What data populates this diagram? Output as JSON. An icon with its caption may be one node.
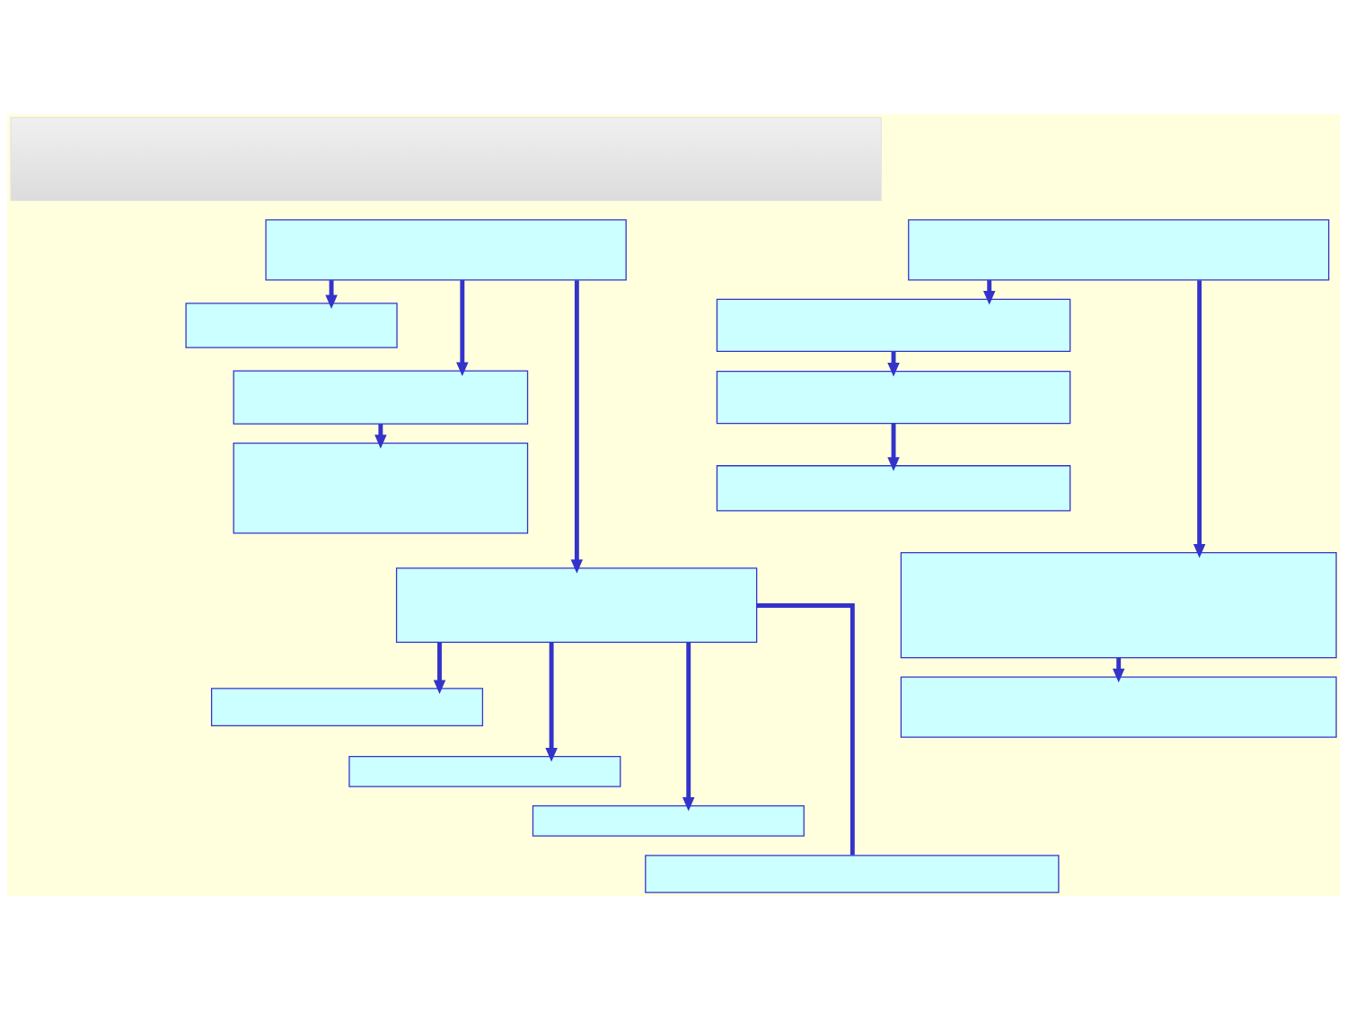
{
  "diagram": {
    "nodes": [
      {
        "text": [],
        "shape": "bar"
      },
      {
        "text": [],
        "shape": "box"
      },
      {
        "text": [],
        "shape": "box"
      },
      {
        "text": [],
        "shape": "box"
      },
      {
        "text": [],
        "shape": "box"
      },
      {
        "text": [],
        "shape": "box"
      },
      {
        "text": [],
        "shape": "box"
      },
      {
        "text": [],
        "shape": "box"
      },
      {
        "text": [],
        "shape": "box"
      },
      {
        "text": [],
        "shape": "box"
      },
      {
        "text": [],
        "shape": "box"
      },
      {
        "text": [],
        "shape": "box"
      },
      {
        "text": [],
        "shape": "box"
      },
      {
        "text": [],
        "shape": "box"
      },
      {
        "text": [],
        "shape": "box"
      },
      {
        "text": [],
        "shape": "box"
      }
    ],
    "edges": [
      {
        "from": 1,
        "to": 2,
        "arrow": "to"
      },
      {
        "from": 1,
        "to": 3,
        "arrow": "to"
      },
      {
        "from": 1,
        "to": 5,
        "arrow": "to"
      },
      {
        "from": 3,
        "to": 4,
        "arrow": "to"
      },
      {
        "from": 5,
        "to": 6,
        "arrow": "to"
      },
      {
        "from": 5,
        "to": 7,
        "arrow": "to"
      },
      {
        "from": 5,
        "to": 8,
        "arrow": "to"
      },
      {
        "from": 5,
        "to": 9,
        "arrow": "none"
      },
      {
        "from": 10,
        "to": 11,
        "arrow": "to"
      },
      {
        "from": 11,
        "to": 12,
        "arrow": "to"
      },
      {
        "from": 12,
        "to": 13,
        "arrow": "to"
      },
      {
        "from": 10,
        "to": 14,
        "arrow": "to"
      },
      {
        "from": 14,
        "to": 15,
        "arrow": "to"
      }
    ]
  }
}
